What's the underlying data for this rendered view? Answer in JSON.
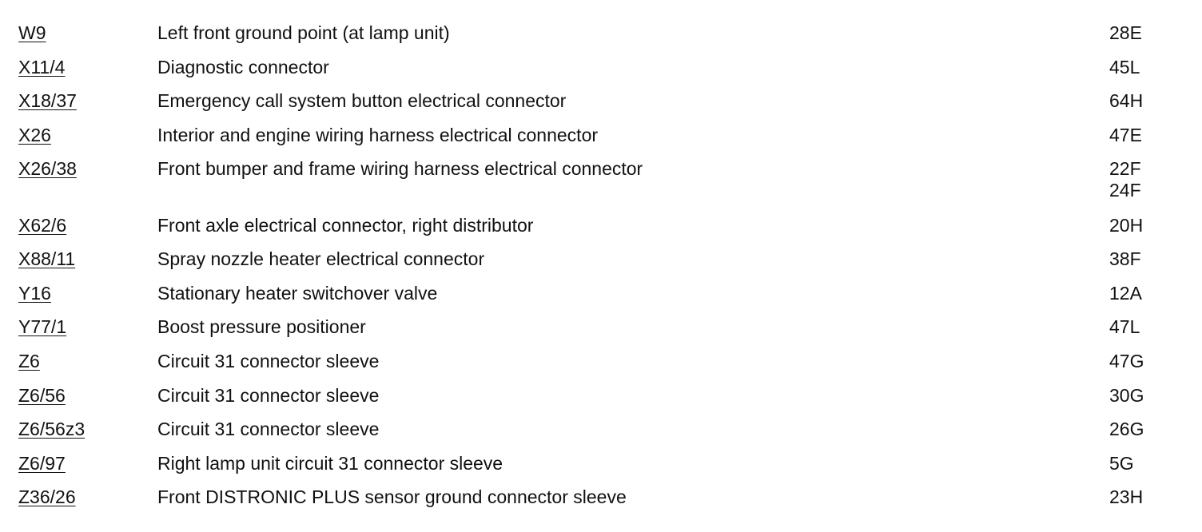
{
  "legend": {
    "rows": [
      {
        "code": "W9",
        "description": "Left front ground point (at lamp unit)",
        "locations": [
          "28E"
        ]
      },
      {
        "code": "X11/4",
        "description": "Diagnostic connector",
        "locations": [
          "45L"
        ]
      },
      {
        "code": "X18/37",
        "description": "Emergency call system button electrical connector",
        "locations": [
          "64H"
        ]
      },
      {
        "code": "X26",
        "description": "Interior and engine wiring harness electrical connector",
        "locations": [
          "47E"
        ]
      },
      {
        "code": "X26/38",
        "description": "Front bumper and frame wiring harness electrical connector",
        "locations": [
          "22F",
          "24F"
        ]
      },
      {
        "code": "X62/6",
        "description": "Front axle electrical connector, right distributor",
        "locations": [
          "20H"
        ]
      },
      {
        "code": "X88/11",
        "description": "Spray nozzle heater electrical connector",
        "locations": [
          "38F"
        ]
      },
      {
        "code": "Y16",
        "description": "Stationary heater switchover valve",
        "locations": [
          "12A"
        ]
      },
      {
        "code": "Y77/1",
        "description": "Boost pressure positioner",
        "locations": [
          "47L"
        ]
      },
      {
        "code": "Z6",
        "description": "Circuit 31 connector sleeve",
        "locations": [
          "47G"
        ]
      },
      {
        "code": "Z6/56",
        "description": "Circuit 31 connector sleeve",
        "locations": [
          "30G"
        ]
      },
      {
        "code": "Z6/56z3",
        "description": "Circuit 31 connector sleeve",
        "locations": [
          "26G"
        ]
      },
      {
        "code": "Z6/97",
        "description": "Right lamp unit circuit 31 connector sleeve",
        "locations": [
          "5G"
        ]
      },
      {
        "code": "Z36/26",
        "description": "Front DISTRONIC PLUS sensor ground connector sleeve",
        "locations": [
          "23H"
        ]
      }
    ]
  }
}
